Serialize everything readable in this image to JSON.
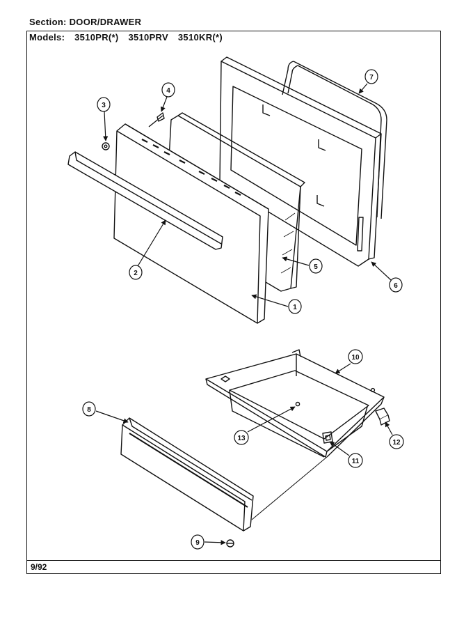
{
  "header": {
    "section_label": "Section:",
    "section_value": "DOOR/DRAWER",
    "models_label": "Models:",
    "models": [
      "3510PR(*)",
      "3510PRV",
      "3510KR(*)"
    ]
  },
  "footer": {
    "date": "9/92"
  },
  "callouts": [
    "1",
    "2",
    "3",
    "4",
    "5",
    "6",
    "7",
    "8",
    "9",
    "10",
    "11",
    "12",
    "13"
  ]
}
